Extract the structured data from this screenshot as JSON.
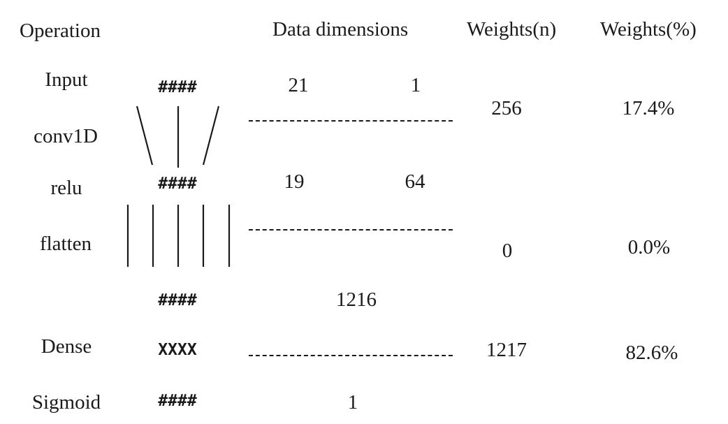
{
  "headers": {
    "operation": "Operation",
    "data_dimensions": "Data dimensions",
    "weights_n": "Weights(n)",
    "weights_pct": "Weights(%)"
  },
  "operations": {
    "input": "Input",
    "conv1d": "conv1D",
    "relu": "relu",
    "flatten": "flatten",
    "dense": "Dense",
    "sigmoid": "Sigmoid"
  },
  "symbols": {
    "input": "####",
    "relu": "####",
    "flatten_out": "####",
    "dense": "XXXX",
    "sigmoid": "####"
  },
  "dimensions": {
    "input_a": "21",
    "input_b": "1",
    "relu_a": "19",
    "relu_b": "64",
    "flatten_out": "1216",
    "sigmoid": "1"
  },
  "weights": {
    "conv1d_n": "256",
    "conv1d_pct": "17.4%",
    "flatten_n": "0",
    "flatten_pct": "0.0%",
    "dense_n": "1217",
    "dense_pct": "82.6%"
  }
}
